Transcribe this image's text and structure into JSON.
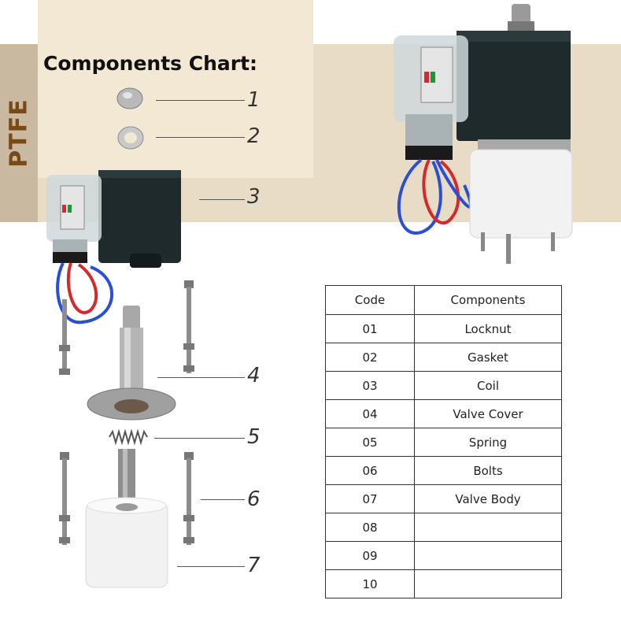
{
  "side_label": "PTFE",
  "title": "Components Chart:",
  "callouts": [
    "1",
    "2",
    "3",
    "4",
    "5",
    "6",
    "7"
  ],
  "table": {
    "headers": [
      "Code",
      "Components"
    ],
    "rows": [
      [
        "01",
        "Locknut"
      ],
      [
        "02",
        "Gasket"
      ],
      [
        "03",
        "Coil"
      ],
      [
        "04",
        "Valve Cover"
      ],
      [
        "05",
        "Spring"
      ],
      [
        "06",
        "Bolts"
      ],
      [
        "07",
        "Valve Body"
      ],
      [
        "08",
        ""
      ],
      [
        "09",
        ""
      ],
      [
        "10",
        ""
      ]
    ]
  },
  "colors": {
    "band": "#e9dcc6",
    "band_light": "#f3e8d4",
    "side_bar": "#c9b9a1",
    "side_label": "#7a4a16",
    "coil": "#1f2a2d",
    "ptfe_white": "#f2f2f2",
    "wire_red": "#d42a2a",
    "wire_blue": "#2a4fd4"
  }
}
